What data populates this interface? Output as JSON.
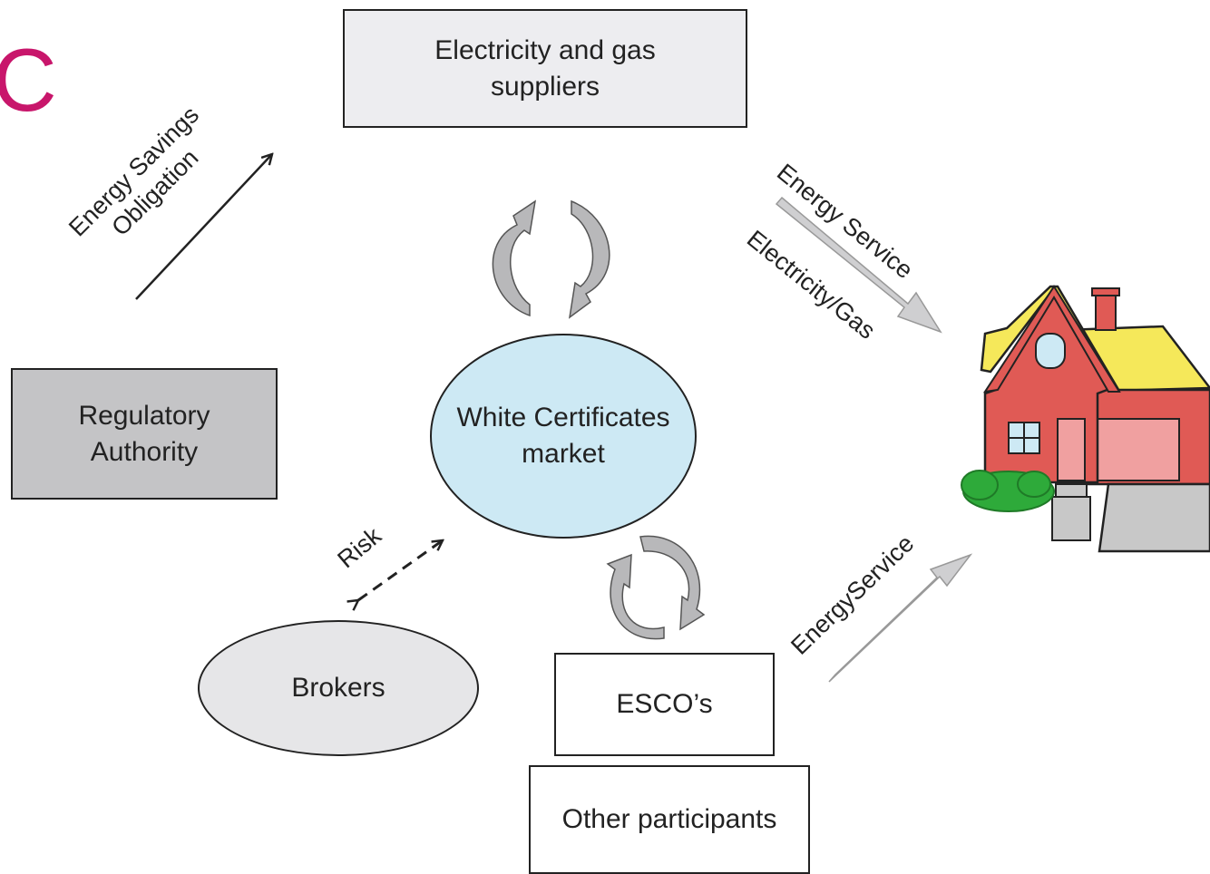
{
  "panel_letter": "C",
  "nodes": {
    "suppliers": "Electricity and gas\nsuppliers",
    "regulator": "Regulatory\nAuthority",
    "market": "White Certificates\nmarket",
    "brokers": "Brokers",
    "escos": "ESCO’s",
    "others": "Other participants"
  },
  "arrow_labels": {
    "obligation": "Energy Savings\nObligation",
    "energy_service_top": "Energy Service",
    "electricity_gas": "Electricity/Gas",
    "risk": "Risk",
    "energy_service_bottom": "EnergyService"
  },
  "colors": {
    "panel_letter": "#c8166b",
    "suppliers_fill": "#ededf0",
    "regulator_fill": "#c4c4c6",
    "market_fill": "#cde9f4",
    "brokers_fill": "#e6e6e8",
    "arrow_fill": "#cfcfd1",
    "house_wall": "#e05a55",
    "house_roof": "#f5e85a",
    "bush": "#2eaa3a"
  }
}
